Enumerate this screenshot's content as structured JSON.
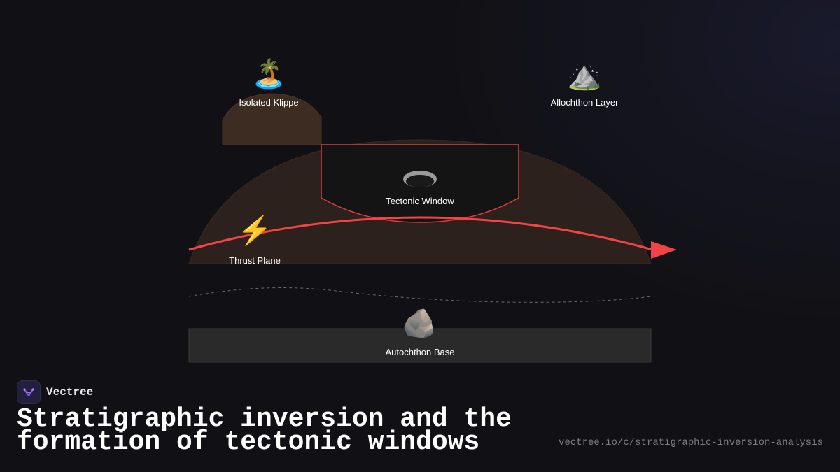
{
  "brand": {
    "name": "Vectree",
    "accent_color": "#8b5cf6"
  },
  "title": "Stratigraphic inversion and the formation of tectonic windows",
  "url": "vectree.io/c/stratigraphic-inversion-analysis",
  "diagram": {
    "nodes": [
      {
        "id": "klippe",
        "label": "Isolated Klippe",
        "icon": "island-icon",
        "glyph": "🏝️"
      },
      {
        "id": "allochthon",
        "label": "Allochthon Layer",
        "icon": "mountain-icon",
        "glyph": "⛰️"
      },
      {
        "id": "window",
        "label": "Tectonic Window",
        "icon": "hole-icon"
      },
      {
        "id": "thrust",
        "label": "Thrust Plane",
        "icon": "lightning-icon",
        "glyph": "⚡"
      },
      {
        "id": "autochthon",
        "label": "Autochthon Base",
        "icon": "rock-icon",
        "glyph": "🪨"
      }
    ],
    "colors": {
      "klippe_fill": "#3d2c22",
      "allochthon_fill": "#2c211d",
      "window_fill": "#141414",
      "thrust_line": "#f24444",
      "autochthon_fill": "#2a2a2a",
      "contact_line": "#6a6a6a"
    }
  }
}
